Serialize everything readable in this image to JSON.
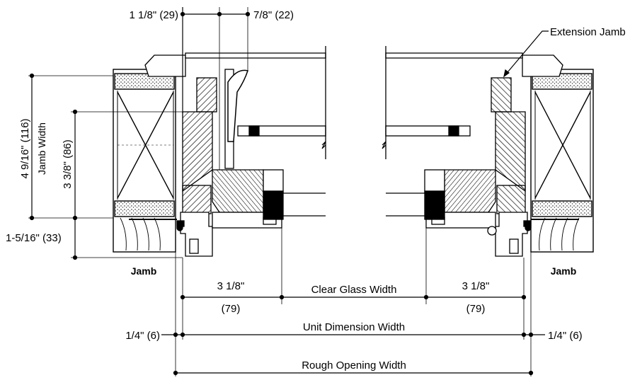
{
  "dims": {
    "top_left": "1 1/8\" (29)",
    "top_right": "7/8\" (22)",
    "vertical_outer": "4 9/16\" (116)",
    "jamb_width_label": "Jamb Width",
    "vertical_inner": "3 3/8\" (86)",
    "bottom_left": "1-5/16\" (33)",
    "left_inch": "3 1/8\"",
    "left_mm": "(79)",
    "right_inch": "3 1/8\"",
    "right_mm": "(79)",
    "clear_glass": "Clear Glass Width",
    "unit_left": "1/4\" (6)",
    "unit_dim": "Unit Dimension Width",
    "unit_right": "1/4\" (6)",
    "rough_opening": "Rough Opening Width"
  },
  "labels": {
    "extension_jamb": "Extension Jamb",
    "jamb_left": "Jamb",
    "jamb_right": "Jamb"
  }
}
